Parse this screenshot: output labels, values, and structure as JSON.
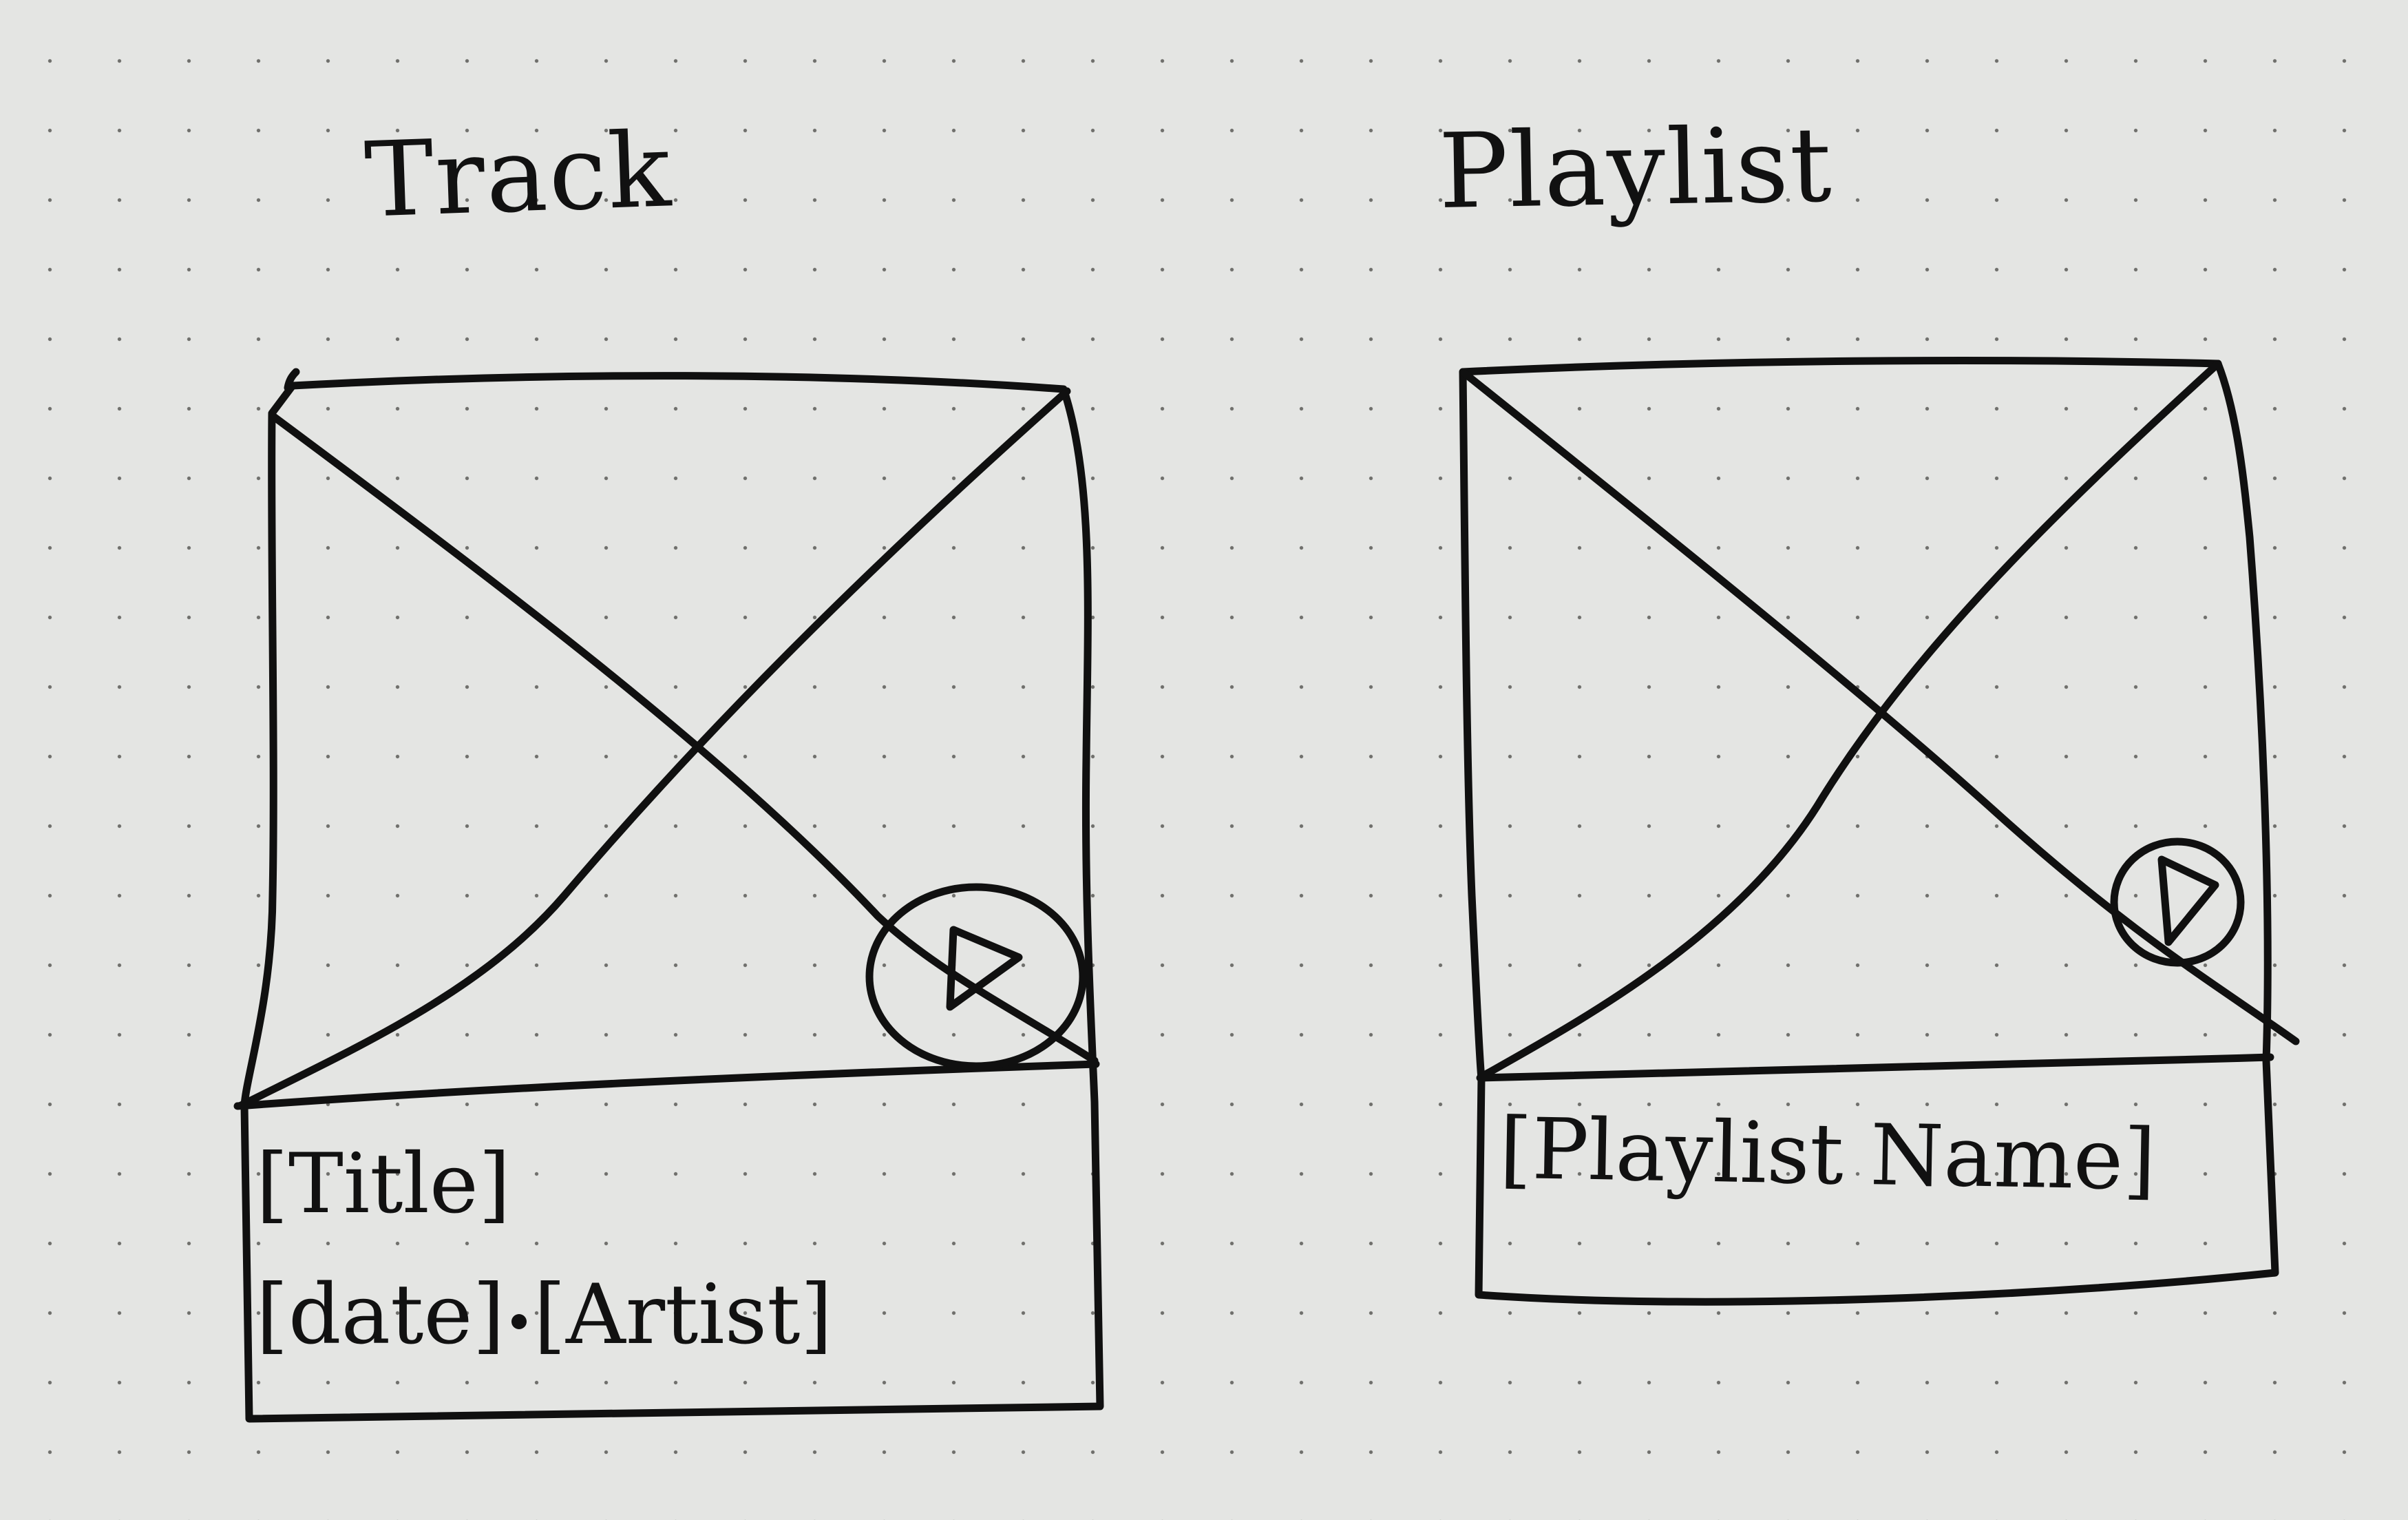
{
  "headings": {
    "track": "Track",
    "playlist": "Playlist"
  },
  "track_card": {
    "title": "[Title]",
    "date": "[date]",
    "artist": "[Artist]",
    "play_icon": "play-icon",
    "image_icon": "image-placeholder-icon"
  },
  "playlist_card": {
    "name": "[Playlist Name]",
    "play_icon": "play-icon",
    "image_icon": "image-placeholder-icon"
  },
  "colors": {
    "paper": "#e4e5e3",
    "ink": "#101010",
    "dot": "#6f6f6c"
  }
}
